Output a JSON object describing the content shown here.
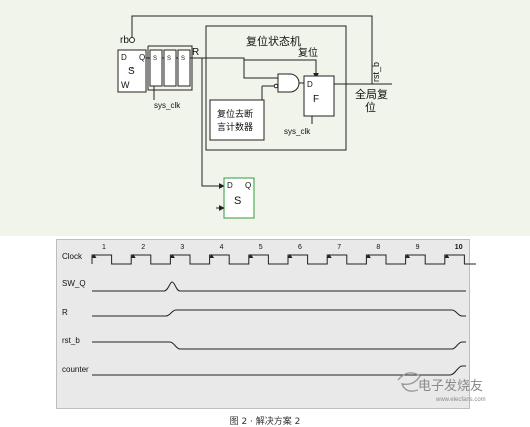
{
  "diagram": {
    "input_label": "rb",
    "sync_ff": {
      "d": "D",
      "q": "Q",
      "s": "S",
      "w": "W"
    },
    "shift_stage_label": "S",
    "r_label": "R",
    "sys_clk_label": "sys_clk",
    "fsm": {
      "title": "复位状态机",
      "reset_label": "复位",
      "f": "F",
      "d": "D",
      "clk_label": "sys_clk"
    },
    "counter_block": {
      "line1": "复位去断",
      "line2": "言计数器"
    },
    "rst_b_label": "rst_b",
    "output_label_1": "全局复",
    "output_label_2": "位",
    "ff2": {
      "d": "D",
      "q": "Q",
      "s": "S"
    }
  },
  "timing": {
    "signals": [
      "Clock",
      "SW_Q",
      "R",
      "rst_b",
      "counter"
    ],
    "clock_edges": [
      "1",
      "2",
      "3",
      "4",
      "5",
      "6",
      "7",
      "8",
      "9",
      "10"
    ]
  },
  "watermark": {
    "text": "电子发烧友",
    "url": "www.elecfans.com"
  },
  "caption": "图 2 · 解决方案 2",
  "colors": {
    "line": "#222222",
    "ff2_border": "#2f9e3e",
    "top_bg": "#f1f4ea",
    "bottom_bg": "#e9e9e9"
  }
}
